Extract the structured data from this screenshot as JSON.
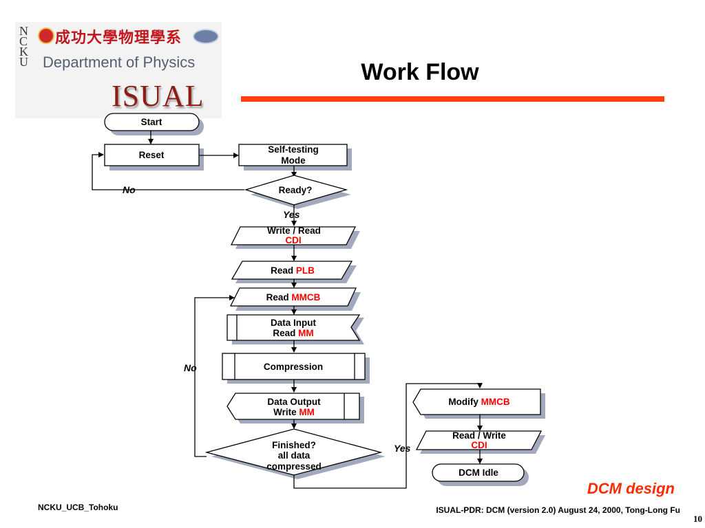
{
  "header": {
    "logo": {
      "ncku_letters": [
        "N",
        "C",
        "K",
        "U"
      ],
      "chinese": "成功大學物理學系",
      "department": "Department of Physics",
      "isual": "ISUAL"
    },
    "title": "Work Flow"
  },
  "flowchart": {
    "start": "Start",
    "reset": "Reset",
    "selftest": [
      "Self-testing",
      "Mode"
    ],
    "ready": "Ready?",
    "no_top": "No",
    "yes_top": "Yes",
    "write_read_cdi": {
      "prefix": "Write / Read",
      "highlight": "CDI"
    },
    "read_plb": {
      "prefix": "Read ",
      "highlight": "PLB"
    },
    "read_mmcb": {
      "prefix": "Read ",
      "highlight": "MMCB"
    },
    "data_input": {
      "line1": "Data Input",
      "prefix": "Read ",
      "highlight": "MM"
    },
    "compression": "Compression",
    "data_output": {
      "line1": "Data Output",
      "prefix": "Write ",
      "highlight": "MM"
    },
    "finished": [
      "Finished?",
      "all data",
      "compressed"
    ],
    "no_left": "No",
    "yes_right": "Yes",
    "modify_mmcb": {
      "prefix": "Modify ",
      "highlight": "MMCB"
    },
    "read_write_cdi": {
      "prefix": "Read / Write",
      "highlight": "CDI"
    },
    "dcm_idle": "DCM Idle"
  },
  "colors": {
    "accent": "#ff3f0f",
    "highlight": "#ff0000",
    "shadow": "#9aa0b4"
  },
  "badge": "DCM design",
  "footer": {
    "left": "NCKU_UCB_Tohoku",
    "right": "ISUAL-PDR: DCM (version 2.0)  August 24, 2000, Tong-Long Fu",
    "page": "10"
  }
}
